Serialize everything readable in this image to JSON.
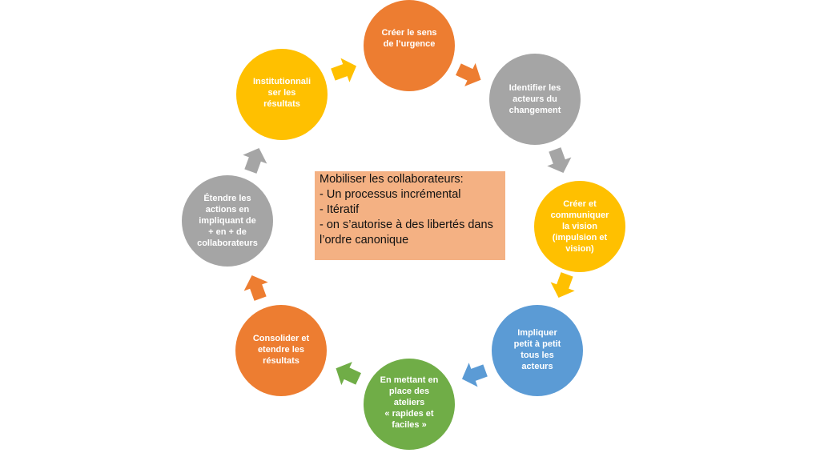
{
  "colors": {
    "orange": "#ed7d31",
    "gray": "#a5a5a5",
    "yellow": "#ffc000",
    "blue": "#5b9bd5",
    "green": "#70ad47",
    "box": "#f4b183"
  },
  "steps": [
    {
      "label": "Créer le sens\nde l’urgence",
      "color": "orange"
    },
    {
      "label": "Identifier les\nacteurs du\nchangement",
      "color": "gray"
    },
    {
      "label": "Créer et\ncommuniquer\nla vision\n(impulsion  et\nvision)",
      "color": "yellow"
    },
    {
      "label": "Impliquer\npetit à petit\ntous les\nacteurs",
      "color": "blue"
    },
    {
      "label": "En mettant en\nplace des\nateliers\n« rapides et\nfaciles »",
      "color": "green"
    },
    {
      "label": "Consolider et\netendre  les\nrésultats",
      "color": "orange"
    },
    {
      "label": "Étendre les\nactions en\nimpliquant de\n+ en + de\ncollaborateurs",
      "color": "gray"
    },
    {
      "label": "Institutionnali\nser les\nrésultats",
      "color": "yellow"
    }
  ],
  "center_box": {
    "title": "Mobiliser les collaborateurs:",
    "lines": [
      "- Un processus incrémental",
      "- Itératif",
      "- on s’autorise à des libertés dans",
      "l’ordre canonique"
    ]
  }
}
